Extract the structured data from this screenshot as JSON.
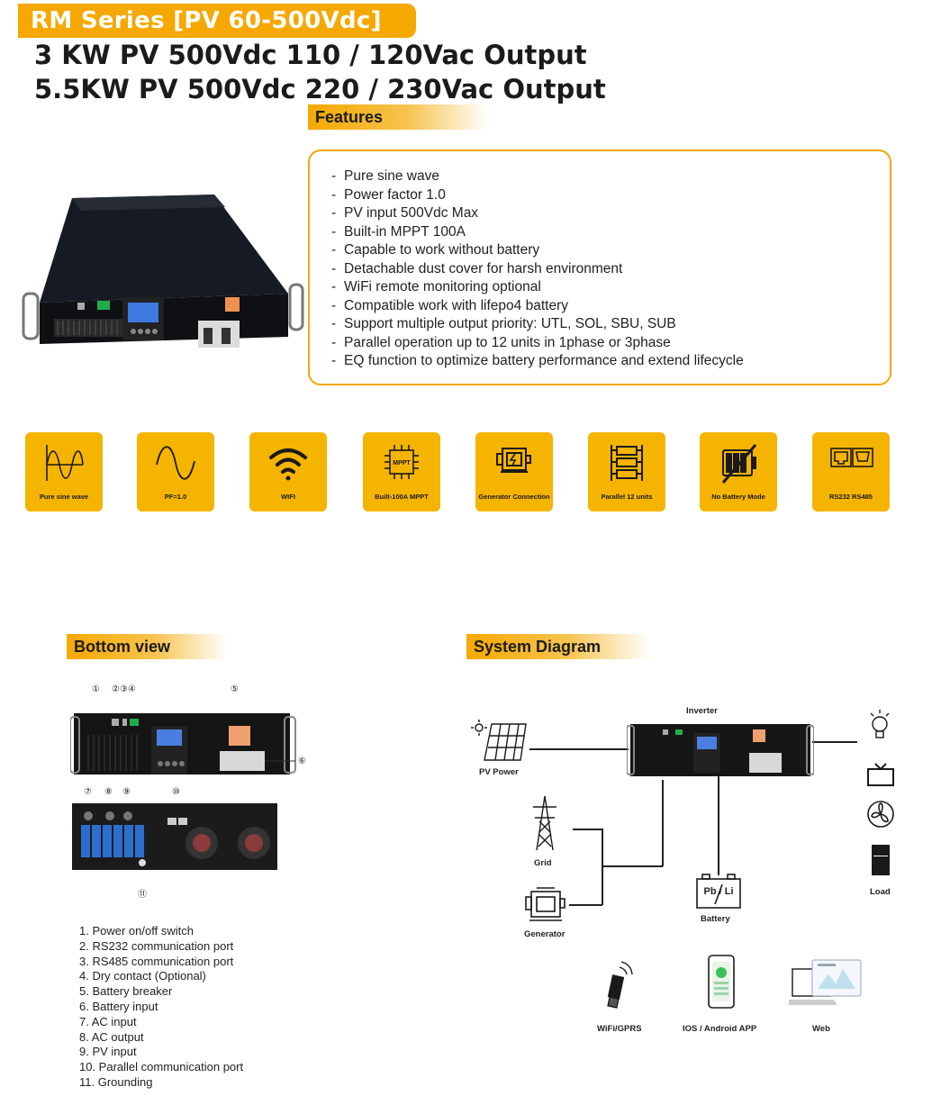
{
  "header": {
    "series_badge": "RM Series [PV 60-500Vdc]",
    "title_line1": "3 KW PV 500Vdc 110 / 120Vac Output",
    "title_line2": "5.5KW PV 500Vdc 220 / 230Vac Output"
  },
  "features": {
    "heading": "Features",
    "items": [
      "Pure sine wave",
      "Power factor 1.0",
      "PV input 500Vdc Max",
      "Built-in MPPT 100A",
      "Capable to work without battery",
      "Detachable dust cover for harsh environment",
      "WiFi remote monitoring optional",
      "Compatible work with lifepo4 battery",
      "Support multiple output priority: UTL, SOL, SBU, SUB",
      "Parallel operation up to 12 units in 1phase or 3phase",
      "EQ function to optimize battery performance and extend lifecycle"
    ]
  },
  "icon_tiles": [
    {
      "label": "Pure sine wave",
      "icon": "sine-wave-icon"
    },
    {
      "label": "PF=1.0",
      "icon": "power-factor-icon"
    },
    {
      "label": "WIFI",
      "icon": "wifi-icon"
    },
    {
      "label": "Built-100A MPPT",
      "icon": "mppt-chip-icon",
      "chip_text": "MPPT"
    },
    {
      "label": "Generator Connection",
      "icon": "generator-icon"
    },
    {
      "label": "Parallel 12 units",
      "icon": "parallel-units-icon"
    },
    {
      "label": "No Battery Mode",
      "icon": "no-battery-icon"
    },
    {
      "label": "RS232    RS485",
      "icon": "comm-ports-icon"
    }
  ],
  "bottom_view": {
    "heading": "Bottom view",
    "callouts": [
      "①",
      "②③④",
      "⑤",
      "⑥",
      "⑦",
      "⑧",
      "⑨",
      "⑩",
      "⑪"
    ],
    "numbered_items": [
      "1. Power on/off switch",
      "2. RS232 communication port",
      "3. RS485 communication port",
      "4. Dry contact (Optional)",
      "5. Battery breaker",
      "6. Battery input",
      "7. AC input",
      "8. AC output",
      "9. PV input",
      "10. Parallel communication port",
      "11. Grounding"
    ]
  },
  "system_diagram": {
    "heading": "System Diagram",
    "inverter_label": "Inverter",
    "pv_label": "PV Power",
    "grid_label": "Grid",
    "generator_label": "Generator",
    "battery_label": "Battery",
    "battery_text": "Pb / Li",
    "load_label": "Load",
    "wifi_label": "WiFi/GPRS",
    "app_label": "IOS / Android APP",
    "web_label": "Web"
  },
  "colors": {
    "accent": "#f5a800",
    "tile": "#f5b400",
    "device": "#141414"
  }
}
